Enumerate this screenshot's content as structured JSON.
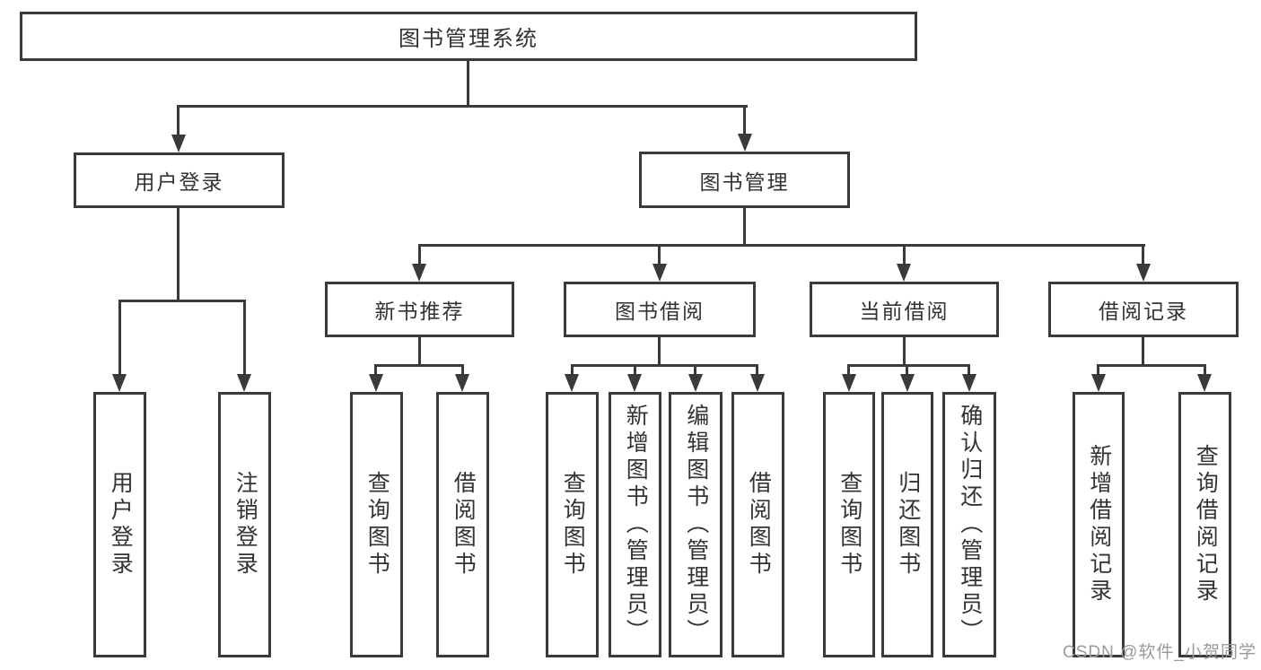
{
  "tree": {
    "root": {
      "label": "图书管理系统"
    },
    "login": {
      "label": "用户登录",
      "children": [
        {
          "label": "用户登录"
        },
        {
          "label": "注销登录"
        }
      ]
    },
    "management": {
      "label": "图书管理"
    },
    "groups": [
      {
        "label": "新书推荐",
        "children": [
          {
            "label": "查询图书"
          },
          {
            "label": "借阅图书"
          }
        ]
      },
      {
        "label": "图书借阅",
        "children": [
          {
            "label": "查询图书"
          },
          {
            "label": "新增图书（管理员）"
          },
          {
            "label": "编辑图书（管理员）"
          },
          {
            "label": "借阅图书"
          }
        ]
      },
      {
        "label": "当前借阅",
        "children": [
          {
            "label": "查询图书"
          },
          {
            "label": "归还图书"
          },
          {
            "label": "确认归还（管理员）"
          }
        ]
      },
      {
        "label": "借阅记录",
        "children": [
          {
            "label": "新增借阅记录"
          },
          {
            "label": "查询借阅记录"
          }
        ]
      }
    ]
  },
  "watermark": "CSDN @软件_小贺同学",
  "colors": {
    "line": "#3a3a3a",
    "text": "#333333",
    "background": "#ffffff",
    "watermark": "#9a9aa0"
  }
}
